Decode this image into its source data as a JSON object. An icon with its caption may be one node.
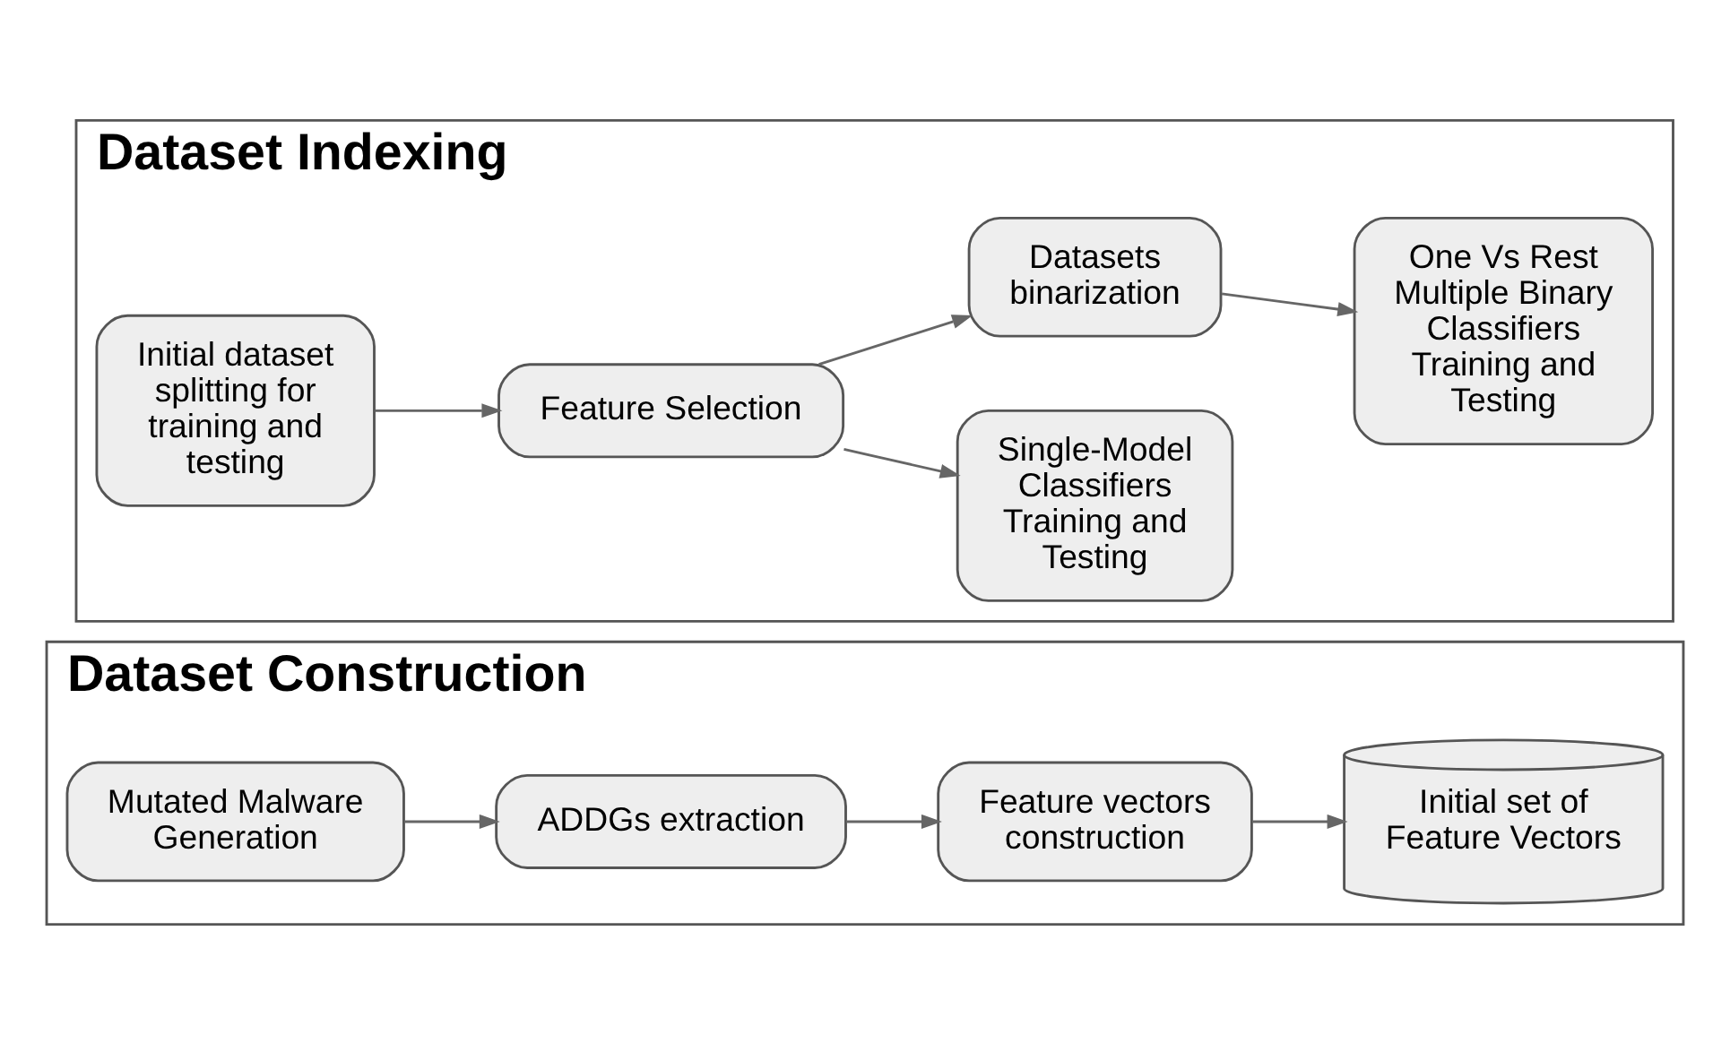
{
  "diagram": {
    "nodes": [
      {
        "text": [
          "Dataset Construction"
        ]
      },
      {
        "text": [
          "Mutated Malware Generation"
        ],
        "in": 0
      },
      {
        "text": [
          "ADDGs extraction"
        ],
        "in": 0
      },
      {
        "text": [
          "Feature vectors construction"
        ],
        "in": 0
      },
      {
        "text": [
          "Initial set of Feature Vectors"
        ],
        "in": 0
      },
      {
        "text": [
          "Dataset Indexing"
        ]
      },
      {
        "text": [
          "Initial dataset splitting for training and testing"
        ],
        "in": 5
      },
      {
        "text": [
          "Feature Selection"
        ],
        "in": 5
      },
      {
        "text": [
          "Single-Model Classifiers Training and Testing"
        ],
        "in": 5
      },
      {
        "text": [
          "Datasets binarization"
        ],
        "in": 5
      },
      {
        "text": [
          "One Vs Rest Multiple Binary Classifiers Training and Testing"
        ],
        "in": 5
      }
    ],
    "edges": [
      {
        "from": 1,
        "to": 2,
        "arrow": "to"
      },
      {
        "from": 2,
        "to": 3,
        "arrow": "to"
      },
      {
        "from": 3,
        "to": 4,
        "arrow": "to"
      },
      {
        "from": 6,
        "to": 7,
        "arrow": "to"
      },
      {
        "from": 7,
        "to": 8,
        "arrow": "to"
      },
      {
        "from": 7,
        "to": 9,
        "arrow": "to"
      },
      {
        "from": 9,
        "to": 10,
        "arrow": "to"
      }
    ]
  }
}
